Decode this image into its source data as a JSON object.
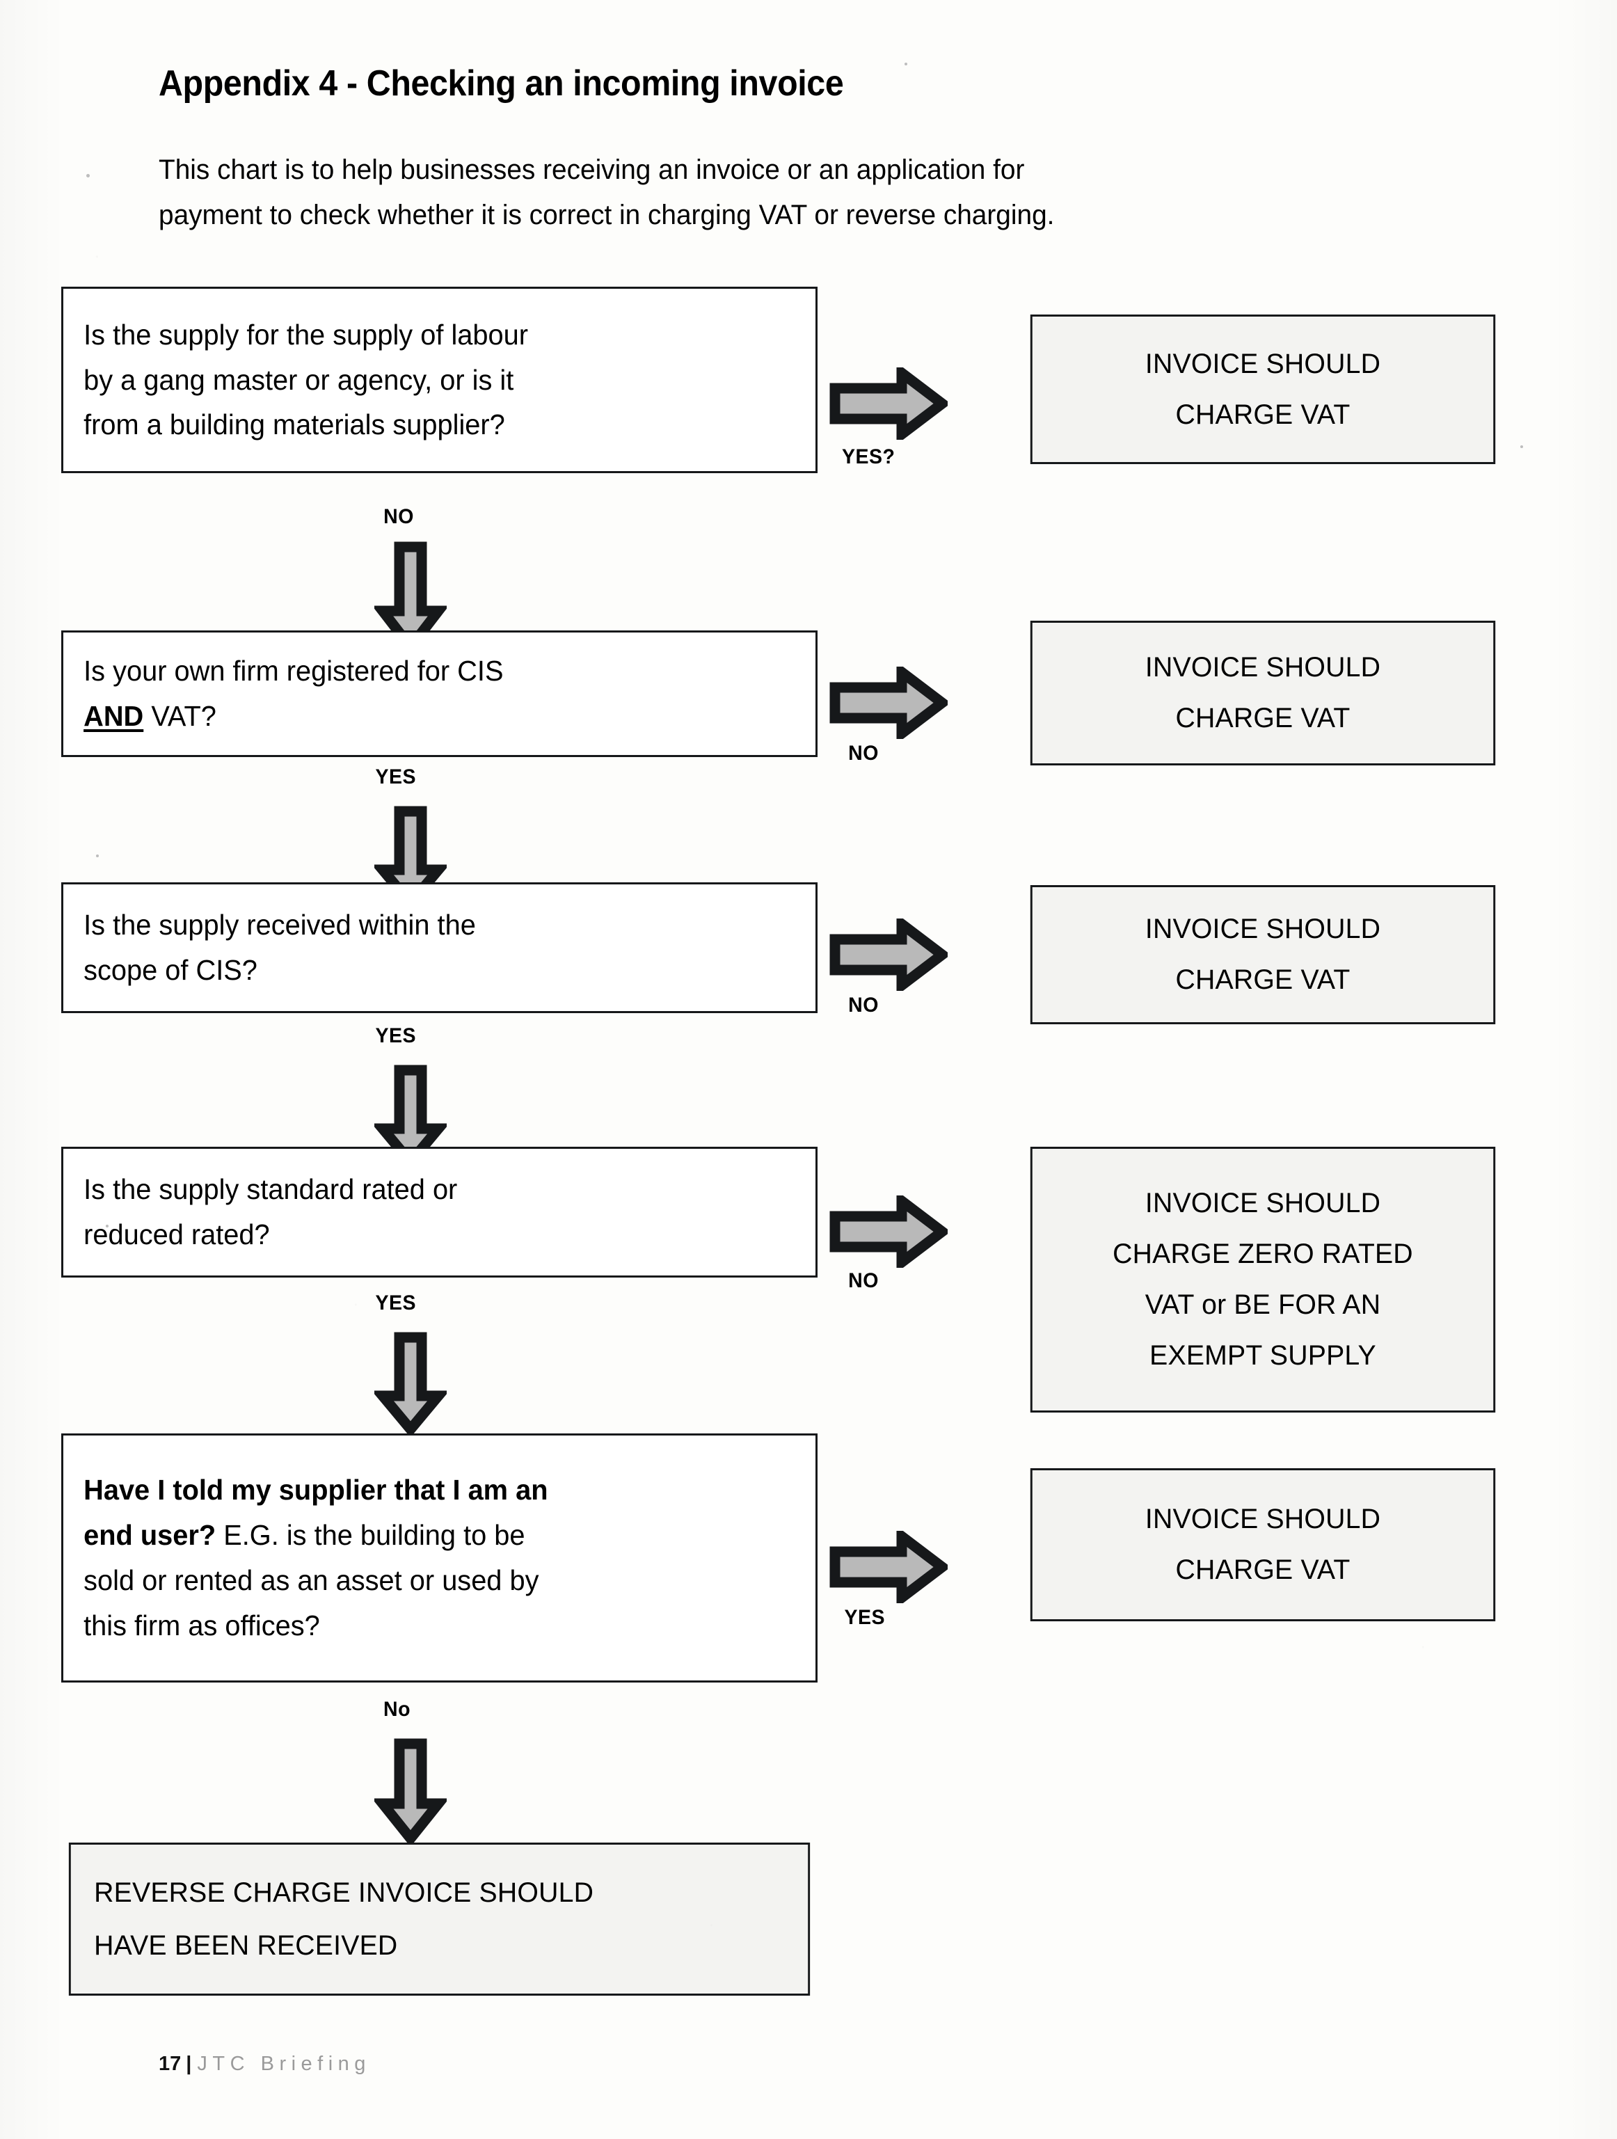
{
  "document": {
    "title": "Appendix 4 - Checking an incoming invoice",
    "intro_line1": "This chart is to help businesses receiving an invoice or an application for",
    "intro_line2": "payment to check whether it is correct in charging VAT or reverse charging."
  },
  "flow": {
    "questions": [
      {
        "id": "q1-labour-supply",
        "line1": "Is the supply for the supply of labour",
        "line2": "by a gang master or agency, or is it",
        "line3": "from a building materials supplier?"
      },
      {
        "id": "q2-cis-and-vat",
        "line1": "Is your own firm registered for CIS",
        "line2_bold": "AND",
        "line2_rest": " VAT?"
      },
      {
        "id": "q3-scope-of-cis",
        "line1": "Is the supply received within the",
        "line2": "scope of CIS?"
      },
      {
        "id": "q4-standard-or-reduced-rated",
        "line1": "Is the supply standard rated or",
        "line2": "reduced rated?"
      },
      {
        "id": "q5-end-user",
        "bold1": "Have I told my supplier that I am an",
        "bold2": "end user?",
        "rest2": " E.G. is the building to be",
        "line3": "sold or rented as an asset or used by",
        "line4": "this firm as offices?"
      }
    ],
    "branch_labels": {
      "q1_right": "YES?",
      "q1_down": "NO",
      "q2_right": "NO",
      "q2_down": "YES",
      "q3_right": "NO",
      "q3_down": "YES",
      "q4_right": "NO",
      "q4_down": "YES",
      "q5_right": "YES",
      "q5_down": "No"
    },
    "results": [
      {
        "id": "r1-charge-vat",
        "line1": "INVOICE SHOULD",
        "line2": "CHARGE VAT"
      },
      {
        "id": "r2-charge-vat",
        "line1": "INVOICE SHOULD",
        "line2": "CHARGE VAT"
      },
      {
        "id": "r3-charge-vat",
        "line1": "INVOICE SHOULD",
        "line2": "CHARGE VAT"
      },
      {
        "id": "r4-zero-rated-or-exempt",
        "line1": "INVOICE SHOULD",
        "line2": "CHARGE ZERO RATED",
        "line3": "VAT or BE FOR AN",
        "line4": "EXEMPT SUPPLY"
      },
      {
        "id": "r5-charge-vat",
        "line1": "INVOICE SHOULD",
        "line2": "CHARGE VAT"
      }
    ],
    "outcome": {
      "id": "reverse-charge-outcome",
      "line1": "REVERSE CHARGE INVOICE SHOULD",
      "line2": "HAVE BEEN RECEIVED"
    }
  },
  "footer": {
    "page_number": "17",
    "separator": "|",
    "brand": "JTC Briefing"
  },
  "colors": {
    "paper": "#fdfdfb",
    "ink": "#16181a",
    "arrow_fill": "#b9b9b9",
    "arrow_outline": "#16181a",
    "result_box_fill": "#f3f3f1",
    "footer_brand": "#9a9a9a"
  }
}
